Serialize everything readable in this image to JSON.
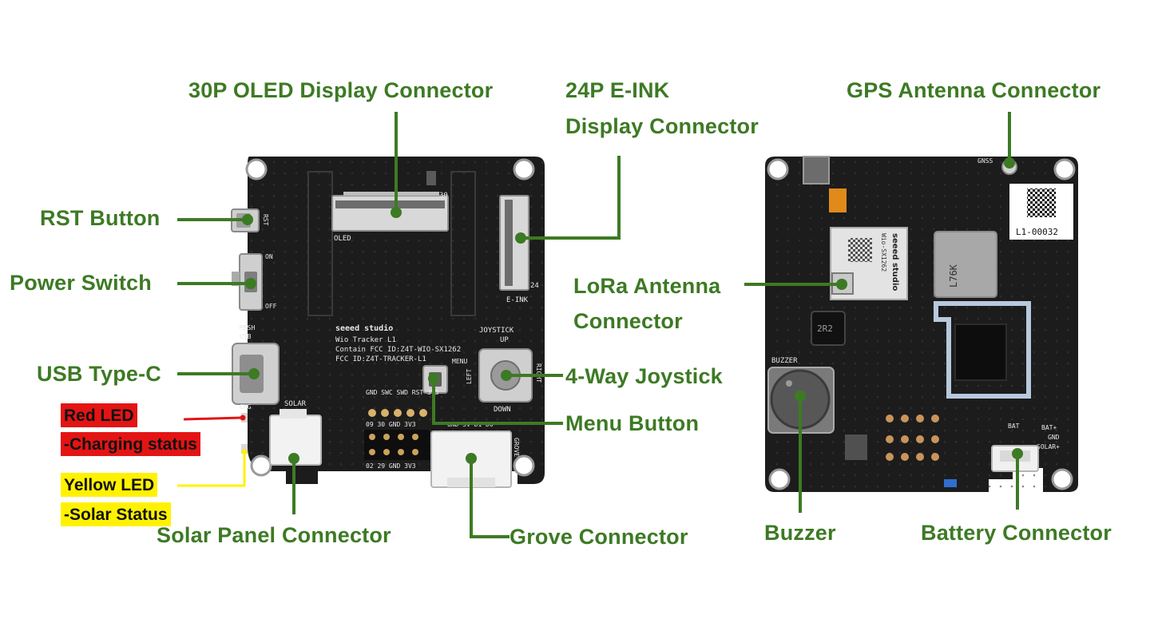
{
  "labels": {
    "oled": "30P OLED Display Connector",
    "eink_1": "24P E-INK",
    "eink_2": "Display Connector",
    "gps": "GPS Antenna Connector",
    "rst": "RST Button",
    "power": "Power Switch",
    "usb": "USB Type-C",
    "lora_1": "LoRa Antenna",
    "lora_2": "Connector",
    "joystick": "4-Way Joystick",
    "menu": "Menu Button",
    "solar": "Solar Panel Connector",
    "grove": "Grove Connector",
    "buzzer": "Buzzer",
    "battery": "Battery Connector",
    "red_led": "Red LED",
    "charging": "-Charging status",
    "yellow_led": "Yellow LED",
    "solar_status": "-Solar Status"
  },
  "silkscreen": {
    "brand": "seeed studio",
    "model": "Wio Tracker L1",
    "fcc1": "Contain FCC ID:Z4T-WIO-SX1262",
    "fcc2": "FCC ID:Z4T-TRACKER-L1",
    "oled": "OLED",
    "eink": "E-INK",
    "pin30": "30",
    "pin24": "24",
    "rst": "RST",
    "on": "ON",
    "off": "OFF",
    "mesh": "MESH",
    "usb": "USB",
    "chg": "CHG",
    "solar": "SOLAR",
    "joystick": "JOYSTICK",
    "up": "UP",
    "down": "DOWN",
    "left": "LEFT",
    "right": "RIGHT",
    "menu": "MENU",
    "grove": "GROVE",
    "hdr_top": "GND SWC SWD RST 3V3",
    "hdr_mid": "09 30 GND 3V3",
    "hdr_bot": "02 29 GND 3V3",
    "grove_pins": "GND 5V D1 D0",
    "gnss": "GNSS",
    "qr_code": "L1-00032",
    "buzzer": "BUZZER",
    "lora_module_brand": "seeed studio",
    "lora_module_model": "Wio-SX1262",
    "gps_module": "L76K",
    "inductor": "2R2",
    "bat_plus": "BAT+",
    "gnd": "GND",
    "solar_plus": "SOLAR+",
    "bat": "BAT"
  },
  "colors": {
    "label_green": "#3d7a24",
    "board": "#1c1c1c",
    "red_tag": "#e31414",
    "yellow_tag": "#fff200"
  }
}
